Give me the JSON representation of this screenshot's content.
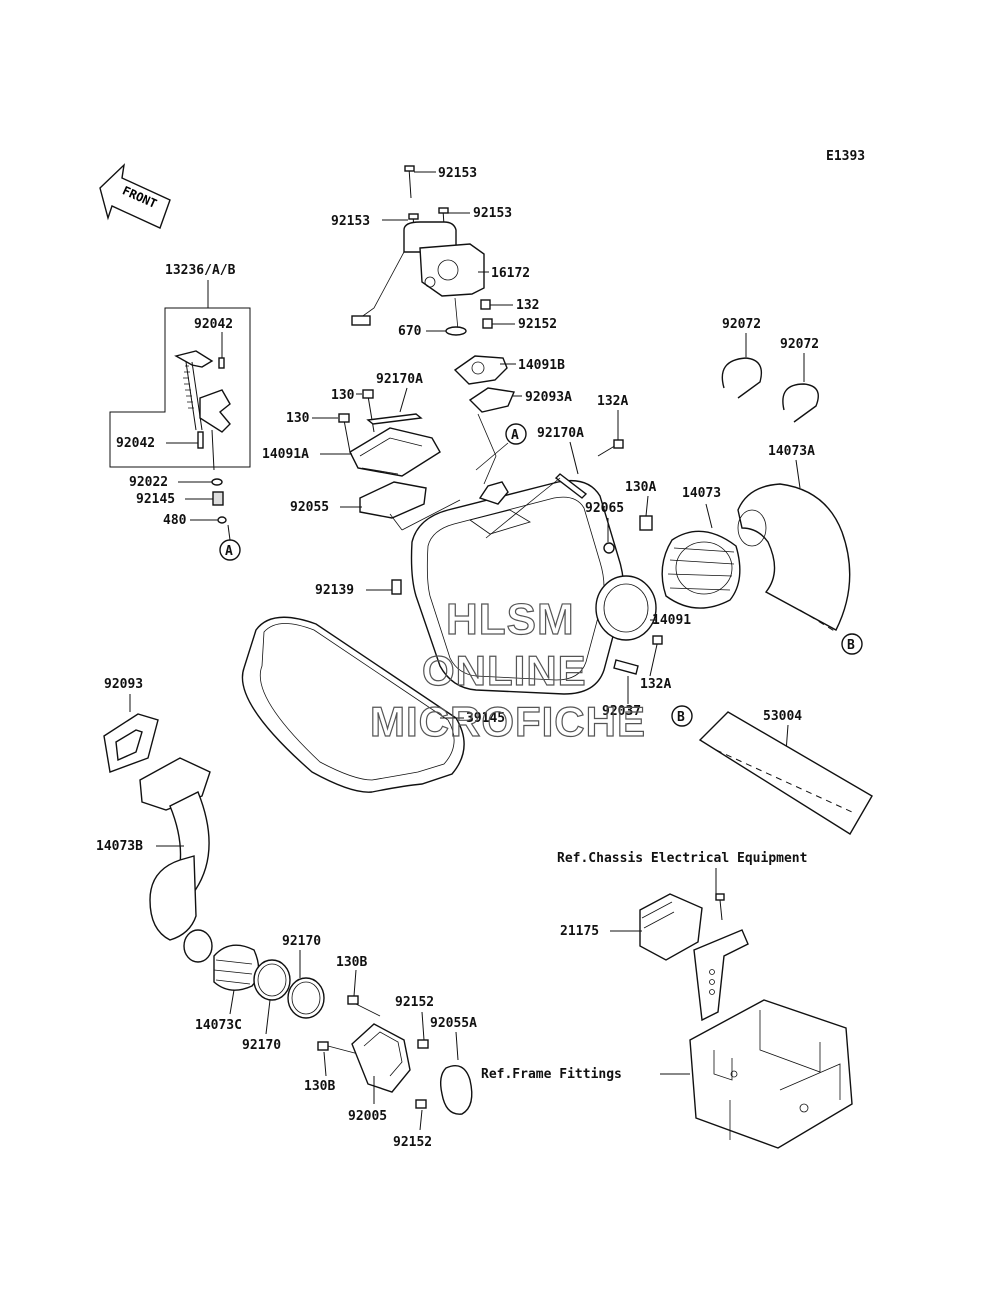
{
  "diagram": {
    "code": "E1393",
    "front_arrow_label": "FRONT",
    "watermark": [
      "HLSM",
      "ONLINE",
      "MICROFICHE"
    ],
    "callouts": [
      "A",
      "B"
    ],
    "labels": {
      "p13236": "13236/A/B",
      "p92042a": "92042",
      "p92042b": "92042",
      "p92022": "92022",
      "p92145": "92145",
      "p480": "480",
      "p92153a": "92153",
      "p92153b": "92153",
      "p92153c": "92153",
      "p16172": "16172",
      "p132": "132",
      "p670": "670",
      "p92152a": "92152",
      "p14091b": "14091B",
      "p130a": "130",
      "p92170a": "92170A",
      "p130b": "130",
      "p92093a": "92093A",
      "p14091a": "14091A",
      "p92055": "92055",
      "p132a1": "132A",
      "p92170a2": "92170A",
      "p130a2": "130A",
      "p92065": "92065",
      "p14073": "14073",
      "p92072a": "92072",
      "p92072b": "92072",
      "p14073a": "14073A",
      "p92139": "92139",
      "p14091": "14091",
      "p132a2": "132A",
      "p92037": "92037",
      "p39145": "39145",
      "p53004": "53004",
      "p92093": "92093",
      "p14073b": "14073B",
      "p14073c": "14073C",
      "p92170b": "92170",
      "p92170c": "92170",
      "p130b1": "130B",
      "p130b2": "130B",
      "p92152b": "92152",
      "p92152c": "92152",
      "p92055a": "92055A",
      "p92005": "92005",
      "p21175": "21175",
      "ref_chassis": "Ref.Chassis Electrical Equipment",
      "ref_frame": "Ref.Frame Fittings"
    }
  }
}
